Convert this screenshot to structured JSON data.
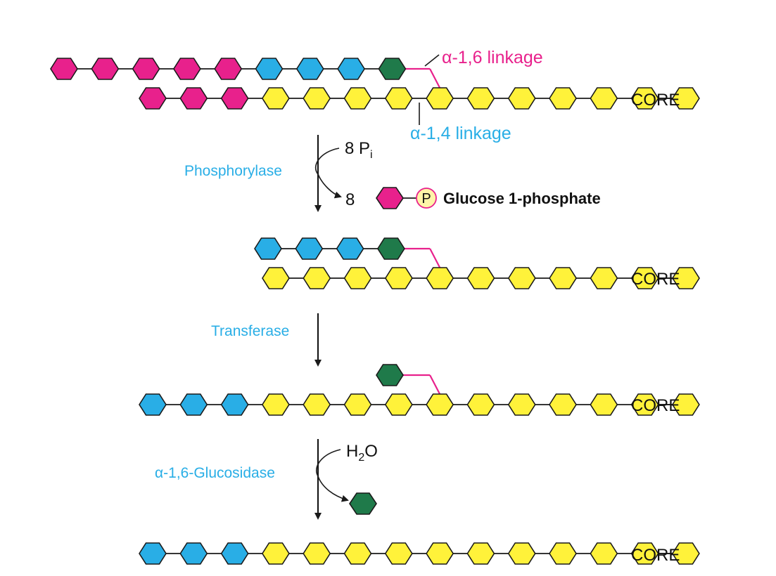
{
  "colors": {
    "pink": "#e8218c",
    "blue": "#29aee6",
    "green": "#1f7a4a",
    "yellow": "#fff23a",
    "phosphate_fill": "#fff4a8",
    "phosphate_stroke": "#e8218c",
    "line": "#1a1a1a"
  },
  "labels": {
    "alpha16_linkage": "α-1,6 linkage",
    "alpha14_linkage": "α-1,4 linkage",
    "core": "CORE",
    "phosphorylase": "Phosphorylase",
    "pi_count": "8 P",
    "pi_sub": "i",
    "product_count": "8",
    "phosphate_symbol": "P",
    "glucose_1_phosphate": "Glucose 1-phosphate",
    "transferase": "Transferase",
    "glucosidase": "α-1,6-Glucosidase",
    "water_h": "H",
    "water_sub": "2",
    "water_o": "O"
  },
  "stages": [
    {
      "id": "stage1",
      "branch_units": [
        "pink",
        "pink",
        "pink",
        "pink",
        "pink",
        "blue",
        "blue",
        "blue",
        "green"
      ],
      "main_units": [
        "pink",
        "pink",
        "pink",
        "yellow",
        "yellow",
        "yellow",
        "yellow",
        "yellow",
        "yellow",
        "yellow",
        "yellow",
        "yellow",
        "yellow",
        "yellow"
      ],
      "branch_point_index": 7
    },
    {
      "id": "stage2",
      "branch_units": [
        "blue",
        "blue",
        "blue",
        "green"
      ],
      "main_units": [
        "yellow",
        "yellow",
        "yellow",
        "yellow",
        "yellow",
        "yellow",
        "yellow",
        "yellow",
        "yellow",
        "yellow",
        "yellow"
      ],
      "branch_point_index": 4
    },
    {
      "id": "stage3",
      "branch_units": [
        "green"
      ],
      "main_units": [
        "blue",
        "blue",
        "blue",
        "yellow",
        "yellow",
        "yellow",
        "yellow",
        "yellow",
        "yellow",
        "yellow",
        "yellow",
        "yellow",
        "yellow",
        "yellow"
      ],
      "branch_point_index": 7
    },
    {
      "id": "stage4",
      "branch_units": [],
      "main_units": [
        "blue",
        "blue",
        "blue",
        "yellow",
        "yellow",
        "yellow",
        "yellow",
        "yellow",
        "yellow",
        "yellow",
        "yellow",
        "yellow",
        "yellow",
        "yellow"
      ],
      "branch_point_index": null
    }
  ],
  "steps": [
    {
      "enzyme_key": "phosphorylase",
      "reactant": "8 Pi",
      "products": "8 glucose 1-phosphate"
    },
    {
      "enzyme_key": "transferase"
    },
    {
      "enzyme_key": "glucosidase",
      "reactant": "H2O",
      "products": "1 glucose"
    }
  ]
}
